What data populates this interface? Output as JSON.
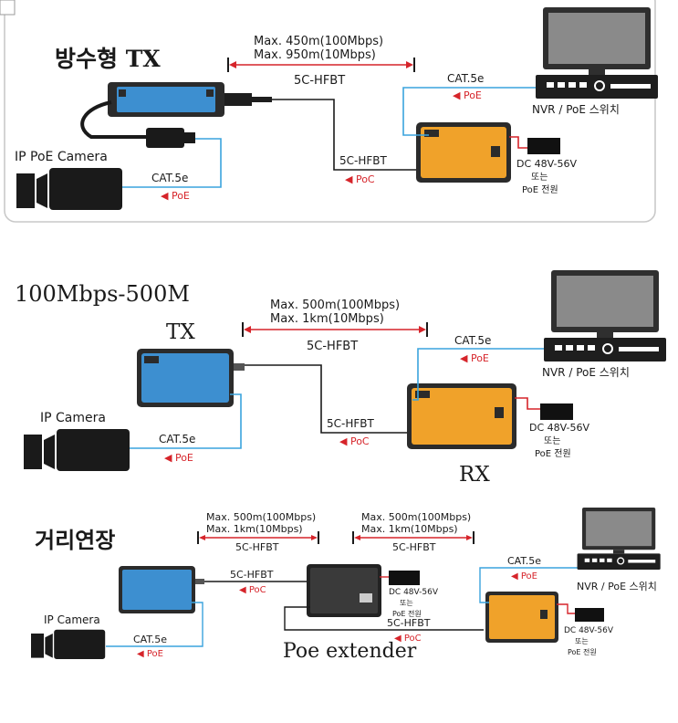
{
  "colors": {
    "cable_blue": "#3aa3dd",
    "coax_black": "#1a1a1a",
    "dimension_red": "#d6242a",
    "device_blue": "#3d8fd0",
    "device_orange": "#f0a22a",
    "device_dark": "#2b2b2b",
    "frame_border": "#c9c9c9"
  },
  "section1": {
    "title": "방수형 TX",
    "range_line1": "Max. 450m(100Mbps)",
    "range_line2": "Max. 950m(10Mbps)",
    "range_cable": "5C-HFBT",
    "coax_label": "5C-HFBT",
    "coax_power": "◀ PoC",
    "cat_label_top": "CAT.5e",
    "cat_power_top": "◀ PoE",
    "camera_label": "IP PoE Camera",
    "cat_label_bottom": "CAT.5e",
    "cat_power_bottom": "◀ PoE",
    "nvr_label": "NVR / PoE 스위치",
    "psu_line1": "DC 48V-56V",
    "psu_line2": "또는",
    "psu_line3": "PoE 전원"
  },
  "section2": {
    "title": "100Mbps-500M",
    "tx_label": "TX",
    "rx_label": "RX",
    "range_line1": "Max. 500m(100Mbps)",
    "range_line2": "Max. 1km(10Mbps)",
    "range_cable": "5C-HFBT",
    "coax_label": "5C-HFBT",
    "coax_power": "◀ PoC",
    "cat_label_top": "CAT.5e",
    "cat_power_top": "◀ PoE",
    "camera_label": "IP Camera",
    "cat_label_bottom": "CAT.5e",
    "cat_power_bottom": "◀ PoE",
    "nvr_label": "NVR / PoE 스위치",
    "psu_line1": "DC 48V-56V",
    "psu_line2": "또는",
    "psu_line3": "PoE 전원"
  },
  "section3": {
    "title": "거리연장",
    "range_a_line1": "Max. 500m(100Mbps)",
    "range_a_line2": "Max. 1km(10Mbps)",
    "range_a_cable": "5C-HFBT",
    "range_b_line1": "Max. 500m(100Mbps)",
    "range_b_line2": "Max. 1km(10Mbps)",
    "range_b_cable": "5C-HFBT",
    "coax_label_a": "5C-HFBT",
    "coax_power_a": "◀ PoC",
    "coax_label_b": "5C-HFBT",
    "coax_power_b": "◀ PoC",
    "extender_label": "Poe extender",
    "ext_psu_line1": "DC 48V-56V",
    "ext_psu_line2": "또는",
    "ext_psu_line3": "PoE 전원",
    "cat_label_top": "CAT.5e",
    "cat_power_top": "◀ PoE",
    "camera_label": "IP Camera",
    "cat_label_bottom": "CAT.5e",
    "cat_power_bottom": "◀ PoE",
    "nvr_label": "NVR / PoE 스위치",
    "psu_line1": "DC 48V-56V",
    "psu_line2": "또는",
    "psu_line3": "PoE 전원"
  }
}
